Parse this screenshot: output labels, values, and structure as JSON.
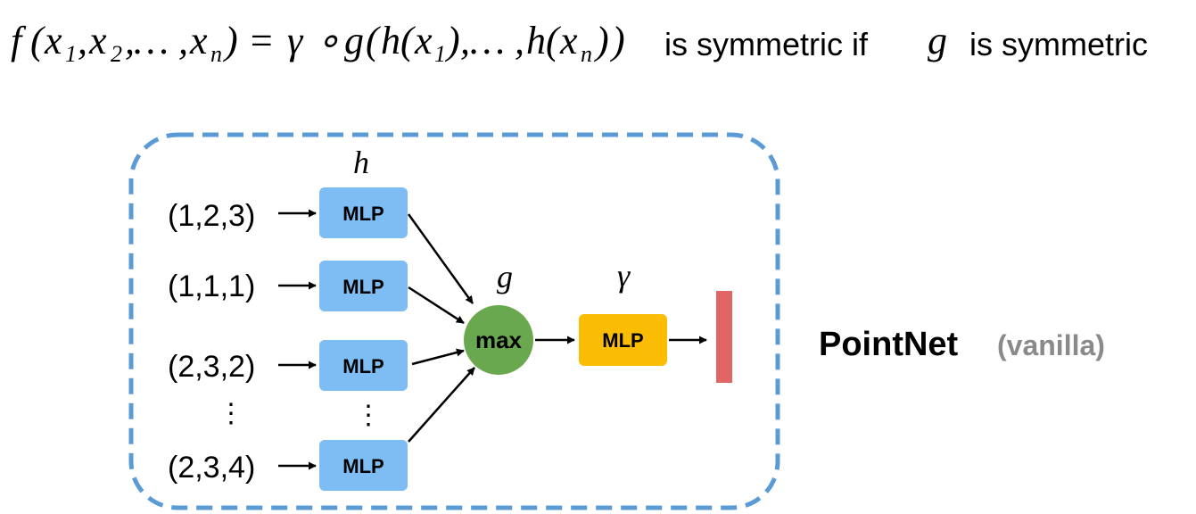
{
  "formula": {
    "f": "f",
    "open": "(",
    "x": "x",
    "sub1": "1",
    "sub2": "2",
    "subn": "n",
    "comma": ",",
    "ellipsis": "…",
    "close": ")",
    "equals": "=",
    "gamma": "γ",
    "compose": "∘",
    "g": "g",
    "h": "h",
    "statement_a": "is symmetric if",
    "g_symbol": "g",
    "statement_b": "is symmetric"
  },
  "labels": {
    "h": "h",
    "g": "g",
    "gamma": "γ"
  },
  "inputs": [
    {
      "text": "(1,2,3)"
    },
    {
      "text": "(1,1,1)"
    },
    {
      "text": "(2,3,2)"
    },
    {
      "text": "(2,3,4)"
    }
  ],
  "vdots": "⋮",
  "mlp_label": "MLP",
  "max_label": "max",
  "title": {
    "main": "PointNet",
    "variant": "(vanilla)"
  },
  "colors": {
    "mlp_blue": "#7ebcf4",
    "max_green": "#6aa84f",
    "gamma_mlp": "#fbbc04",
    "output_bar": "#e06666",
    "dashed_border": "#5b9bd5",
    "variant_gray": "#8a8a8a"
  }
}
